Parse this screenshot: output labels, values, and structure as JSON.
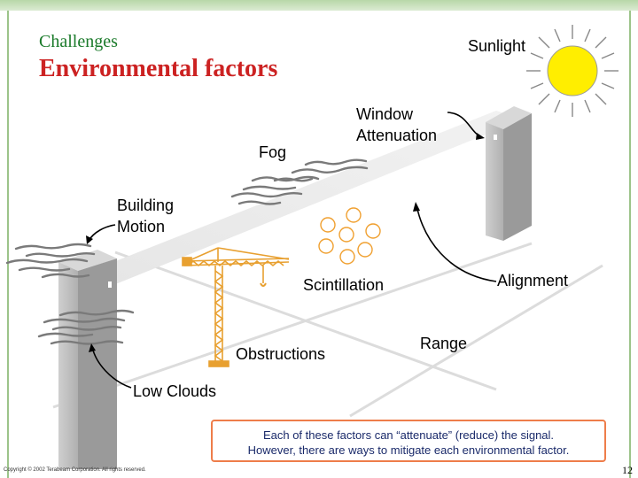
{
  "header": {
    "subtitle": "Challenges",
    "title": "Environmental factors"
  },
  "labels": {
    "sunlight": "Sunlight",
    "window_attenuation_line1": "Window",
    "window_attenuation_line2": "Attenuation",
    "fog": "Fog",
    "building_motion_line1": "Building",
    "building_motion_line2": "Motion",
    "scintillation": "Scintillation",
    "alignment": "Alignment",
    "obstructions": "Obstructions",
    "range": "Range",
    "low_clouds": "Low Clouds"
  },
  "note": {
    "line1": "Each of these factors can “attenuate” (reduce) the signal.",
    "line2": "However, there are ways to mitigate each environmental factor."
  },
  "footer": {
    "copyright": "Copyright © 2002 Terabeam Corporation. All rights reserved.",
    "page_number": "12"
  },
  "colors": {
    "title": "#cc2222",
    "subtitle": "#1a7a2a",
    "sun": "#ffee00",
    "crane": "#e8a030",
    "scintillation_circles": "#f0a030",
    "note_border": "#ee7d4a",
    "note_text": "#1a2a6a"
  }
}
